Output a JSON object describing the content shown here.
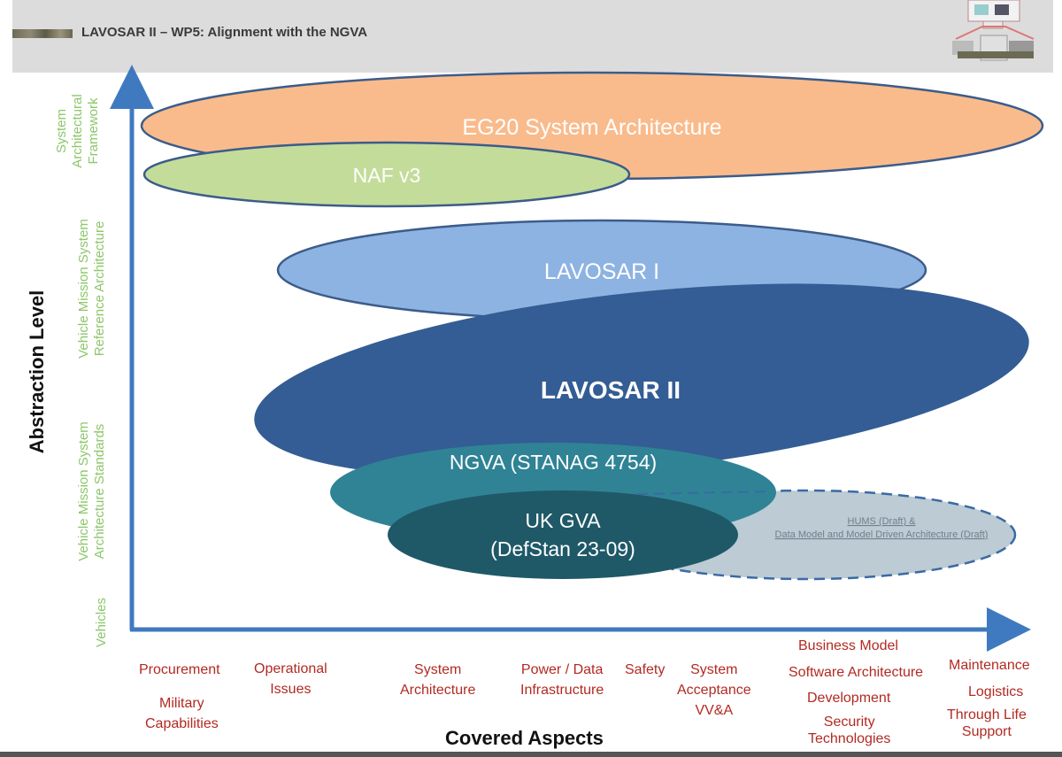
{
  "header": {
    "title": "LAVOSAR II – WP5: Alignment with the NGVA"
  },
  "axes": {
    "y_title": "Abstraction Level",
    "x_title": "Covered Aspects"
  },
  "levels": [
    {
      "line1": "System",
      "line2": "Architectural",
      "line3": "Framework"
    },
    {
      "line1": "Vehicle Mission System",
      "line2": "Reference Architecture"
    },
    {
      "line1": "Vehicle Mission System",
      "line2": "Architecture Standards"
    },
    {
      "line1": "Vehicles"
    }
  ],
  "ellipses": {
    "eg20": "EG20 System Architecture",
    "naf": "NAF v3",
    "lavosar1": "LAVOSAR I",
    "lavosar2": "LAVOSAR II",
    "ngva": "NGVA (STANAG 4754)",
    "ukgva_line1": "UK GVA",
    "ukgva_line2": "(DefStan 23-09)",
    "hums_line1": "HUMS (Draft) &",
    "hums_line2": "Data Model and Model Driven Architecture (Draft)"
  },
  "aspects": {
    "procurement": "Procurement",
    "military_line1": "Military",
    "military_line2": "Capabilities",
    "operational_line1": "Operational",
    "operational_line2": "Issues",
    "sysarch_line1": "System",
    "sysarch_line2": "Architecture",
    "power_line1": "Power / Data",
    "power_line2": "Infrastructure",
    "safety": "Safety",
    "acceptance_line1": "System",
    "acceptance_line2": "Acceptance",
    "acceptance_line3": "VV&A",
    "business": "Business Model",
    "software": "Software Architecture",
    "development": "Development",
    "security_line1": "Security",
    "security_line2": "Technologies",
    "maintenance": "Maintenance",
    "logistics": "Logistics",
    "tls_line1": "Through Life",
    "tls_line2": "Support"
  },
  "colors": {
    "eg20": "#f9bb8c",
    "naf": "#c4dc9a",
    "lavosar1": "#8db3e2",
    "lavosar2": "#335d94",
    "ngva": "#2f8395",
    "ukgva": "#1f5968",
    "hums": "#bccbd4",
    "axis": "#3f7ac0",
    "aspect_text": "#b22a22",
    "level_text": "#8cc66a"
  }
}
